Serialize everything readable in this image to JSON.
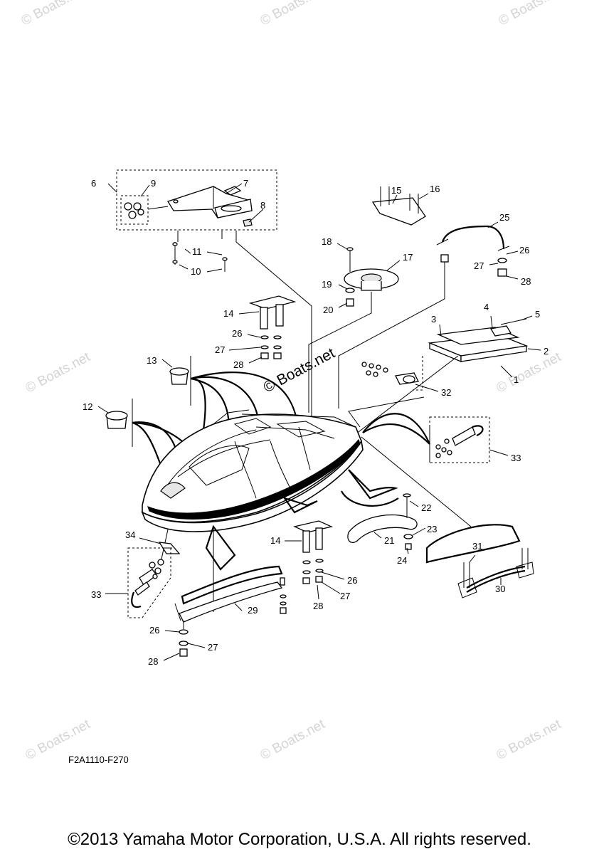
{
  "watermark": {
    "text": "© Boats.net"
  },
  "callouts": [
    {
      "id": "c6",
      "text": "6"
    },
    {
      "id": "c9",
      "text": "9"
    },
    {
      "id": "c7",
      "text": "7"
    },
    {
      "id": "c8",
      "text": "8"
    },
    {
      "id": "c11",
      "text": "11"
    },
    {
      "id": "c10",
      "text": "10"
    },
    {
      "id": "c15",
      "text": "15"
    },
    {
      "id": "c16",
      "text": "16"
    },
    {
      "id": "c25",
      "text": "25"
    },
    {
      "id": "c18",
      "text": "18"
    },
    {
      "id": "c17",
      "text": "17"
    },
    {
      "id": "c19",
      "text": "19"
    },
    {
      "id": "c20",
      "text": "20"
    },
    {
      "id": "c26a",
      "text": "26"
    },
    {
      "id": "c27a",
      "text": "27"
    },
    {
      "id": "c28a",
      "text": "28"
    },
    {
      "id": "c14a",
      "text": "14"
    },
    {
      "id": "c26b",
      "text": "26"
    },
    {
      "id": "c27b",
      "text": "27"
    },
    {
      "id": "c28b",
      "text": "28"
    },
    {
      "id": "c3",
      "text": "3"
    },
    {
      "id": "c4",
      "text": "4"
    },
    {
      "id": "c5",
      "text": "5"
    },
    {
      "id": "c2",
      "text": "2"
    },
    {
      "id": "c1",
      "text": "1"
    },
    {
      "id": "c13",
      "text": "13"
    },
    {
      "id": "c32",
      "text": "32"
    },
    {
      "id": "c12",
      "text": "12"
    },
    {
      "id": "c33a",
      "text": "33"
    },
    {
      "id": "c22",
      "text": "22"
    },
    {
      "id": "c23",
      "text": "23"
    },
    {
      "id": "c21",
      "text": "21"
    },
    {
      "id": "c24",
      "text": "24"
    },
    {
      "id": "c34",
      "text": "34"
    },
    {
      "id": "c14b",
      "text": "14"
    },
    {
      "id": "c31",
      "text": "31"
    },
    {
      "id": "c30",
      "text": "30"
    },
    {
      "id": "c26c",
      "text": "26"
    },
    {
      "id": "c27c",
      "text": "27"
    },
    {
      "id": "c28c",
      "text": "28"
    },
    {
      "id": "c33b",
      "text": "33"
    },
    {
      "id": "c29",
      "text": "29"
    },
    {
      "id": "c26d",
      "text": "26"
    },
    {
      "id": "c27d",
      "text": "27"
    },
    {
      "id": "c28d",
      "text": "28"
    }
  ],
  "diagram_code": "F2A1110-F270",
  "copyright": "©2013 Yamaha Motor Corporation, U.S.A. All rights reserved."
}
